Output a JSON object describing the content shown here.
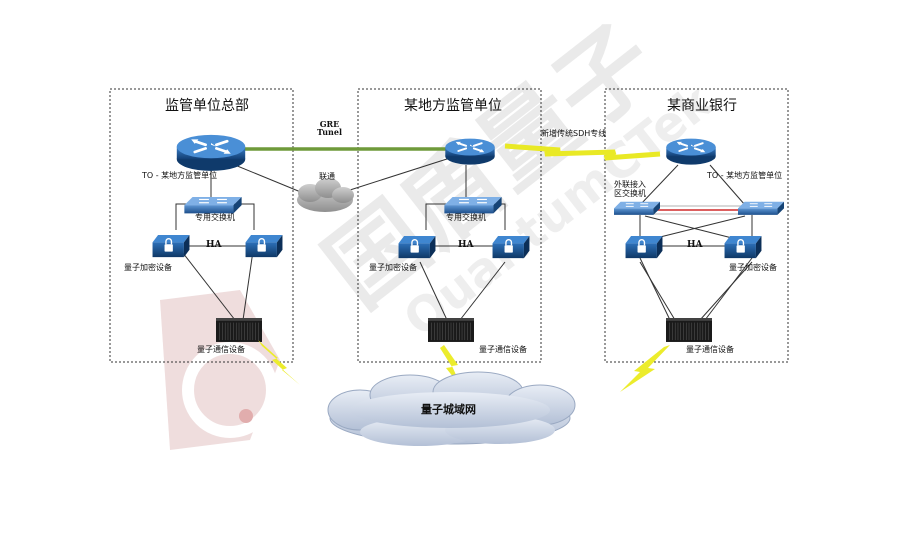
{
  "watermark": {
    "text": "国盾量子",
    "latin": "QuantumCTek"
  },
  "hq": {
    "title": "监管单位总部",
    "to_label": "TO - 某地方监管单位",
    "switch_label": "专用交换机",
    "ha_label": "HA",
    "encrypt_label": "量子加密设备",
    "comm_label": "量子通信设备"
  },
  "local": {
    "title": "某地方监管单位",
    "switch_label": "专用交换机",
    "ha_label": "HA",
    "encrypt_label": "量子加密设备",
    "comm_label": "量子通信设备"
  },
  "bank": {
    "title": "某商业银行",
    "to_label": "TO - 某地方监管单位",
    "switch_label": "外联接入\n区交换机",
    "ha_label": "HA",
    "encrypt_label": "量子加密设备",
    "comm_label": "量子通信设备"
  },
  "links": {
    "gre_label": "GRE\nTunel",
    "unicom_label": "联通",
    "sdh_label": "新增传统SDH专线"
  },
  "metro_label": "量子城域网",
  "colors": {
    "gre_link": "#6f9a3a",
    "lightning": "#ecec2c",
    "device_blue": "#1f5a9c",
    "cloud": "#c9d3e4",
    "watermark": "#e6b8b8",
    "red_link": "#d12a2a"
  }
}
